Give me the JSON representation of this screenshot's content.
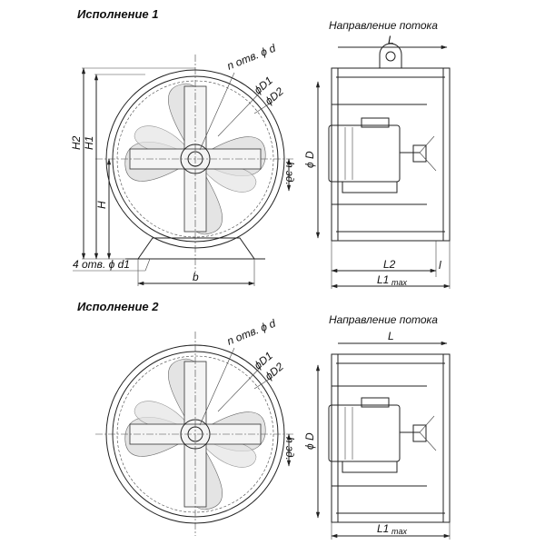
{
  "views": [
    {
      "title": "Исполнение 1",
      "labels": {
        "flow": "Направление потока",
        "L": "L",
        "n_holes": "n отв. ϕ d",
        "D1": "ϕD1",
        "D2": "ϕD2",
        "H2": "H2",
        "H1": "H1",
        "H": "H",
        "D": "ϕ D",
        "h_ed": "h эд.",
        "holes": "4 отв. ϕ d1",
        "b": "b",
        "L2": "L2",
        "l": "l",
        "L1": "L1",
        "max": "max"
      }
    },
    {
      "title": "Исполнение 2",
      "labels": {
        "flow": "Направление потока",
        "L": "L",
        "n_holes": "n отв. ϕ d",
        "D1": "ϕD1",
        "D2": "ϕD2",
        "D": "ϕ D",
        "h_ed": "h эд.",
        "L1": "L1",
        "max": "max"
      }
    }
  ]
}
